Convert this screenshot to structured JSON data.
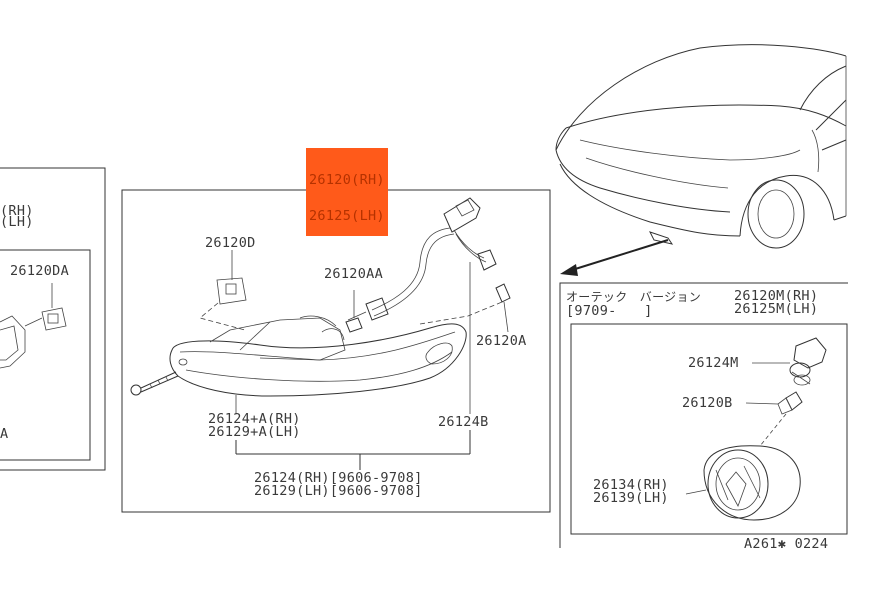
{
  "highlight_color": "#ff5a1a",
  "left_panel": {
    "rh_lh": [
      "(RH)",
      "(LH)"
    ],
    "part_da": "26120DA",
    "fragment_a": "A"
  },
  "main_assembly": {
    "title_rh": "26120(RH)",
    "title_lh": "26125(LH)",
    "bracket": "26120D",
    "bulb": "26120AA",
    "socket": "26120A",
    "lamp_a_rh": "26124+A(RH)",
    "lamp_a_lh": "26129+A(LH)",
    "lamp_b": "26124B",
    "assy_rh": "26124(RH)[9606-9708]",
    "assy_lh": "26129(LH)[9606-9708]"
  },
  "right_panel": {
    "version_line1": "オーテック　バージョン",
    "version_line2": "[9709-　　]",
    "title_rh": "26120M(RH)",
    "title_lh": "26125M(LH)",
    "socket": "26124M",
    "bulb": "26120B",
    "lens_rh": "26134(RH)",
    "lens_lh": "26139(LH)"
  },
  "diagram_code": "A261✱ 0224"
}
